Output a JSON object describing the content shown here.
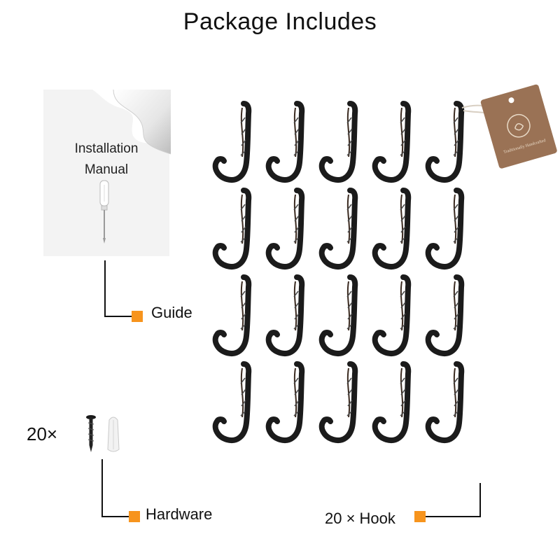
{
  "title": "Package Includes",
  "manual": {
    "line1": "Installation",
    "line2": "Manual"
  },
  "labels": {
    "guide": "Guide",
    "hardware": "Hardware",
    "hook": "20 × Hook",
    "hardware_count": "20×"
  },
  "tag_text": "Traditionally Handcrafted",
  "colors": {
    "accent": "#f7941d",
    "hook": "#1b1b1b",
    "tag": "#9a7255"
  },
  "hooks": {
    "rows": 4,
    "cols": 5,
    "count": 20
  }
}
